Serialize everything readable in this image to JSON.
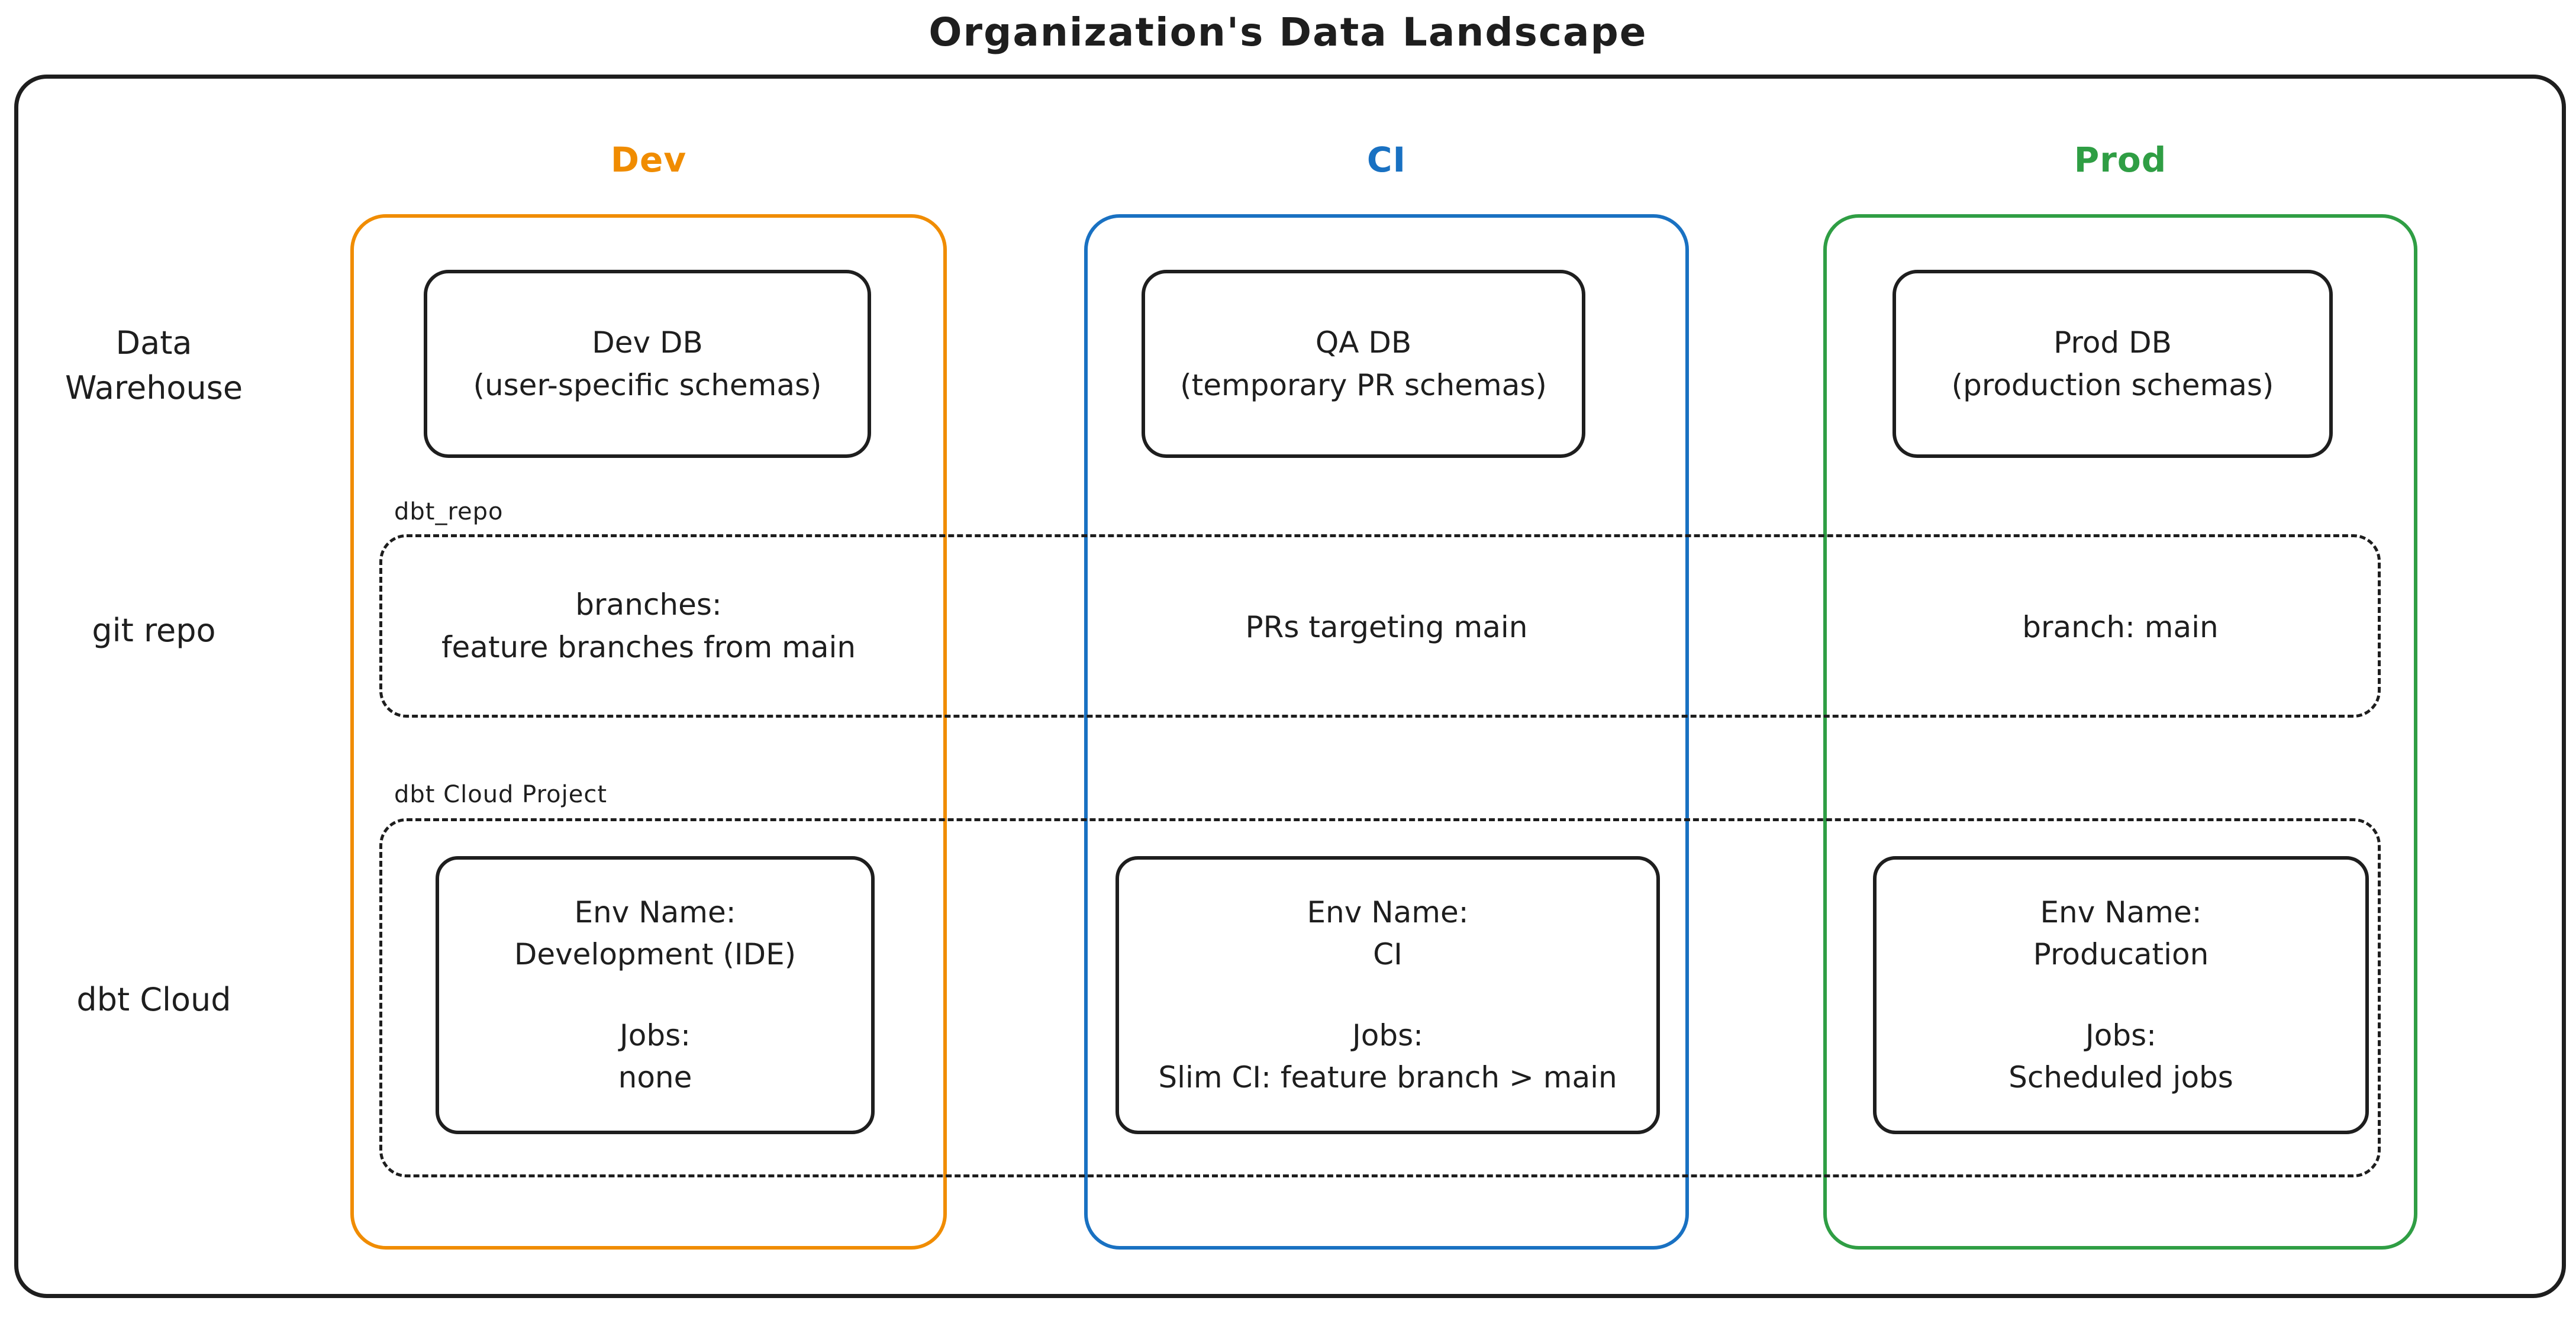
{
  "title": "Organization's Data Landscape",
  "colors": {
    "dev": "#f08c00",
    "ci": "#1971c2",
    "prod": "#2f9e44",
    "stroke": "#1e1e1e"
  },
  "columns": [
    {
      "id": "dev",
      "label": "Dev"
    },
    {
      "id": "ci",
      "label": "CI"
    },
    {
      "id": "prod",
      "label": "Prod"
    }
  ],
  "row_labels": {
    "warehouse_line1": "Data",
    "warehouse_line2": "Warehouse",
    "git_repo": "git repo",
    "dbt_cloud": "dbt Cloud"
  },
  "warehouse_row": {
    "dev": {
      "line1": "Dev DB",
      "line2": "(user-specific schemas)"
    },
    "ci": {
      "line1": "QA DB",
      "line2": "(temporary PR schemas)"
    },
    "prod": {
      "line1": "Prod DB",
      "line2": "(production schemas)"
    }
  },
  "git_row": {
    "container_label": "dbt_repo",
    "dev_line1": "branches:",
    "dev_line2": "feature branches from main",
    "ci": "PRs targeting main",
    "prod": "branch: main"
  },
  "dbt_row": {
    "container_label": "dbt Cloud Project",
    "dev": {
      "env_label": "Env Name:",
      "env_value": "Development (IDE)",
      "jobs_label": "Jobs:",
      "jobs_value": "none"
    },
    "ci": {
      "env_label": "Env Name:",
      "env_value": "CI",
      "jobs_label": "Jobs:",
      "jobs_value": "Slim CI: feature branch > main"
    },
    "prod": {
      "env_label": "Env Name:",
      "env_value": "Producation",
      "jobs_label": "Jobs:",
      "jobs_value": "Scheduled jobs"
    }
  }
}
